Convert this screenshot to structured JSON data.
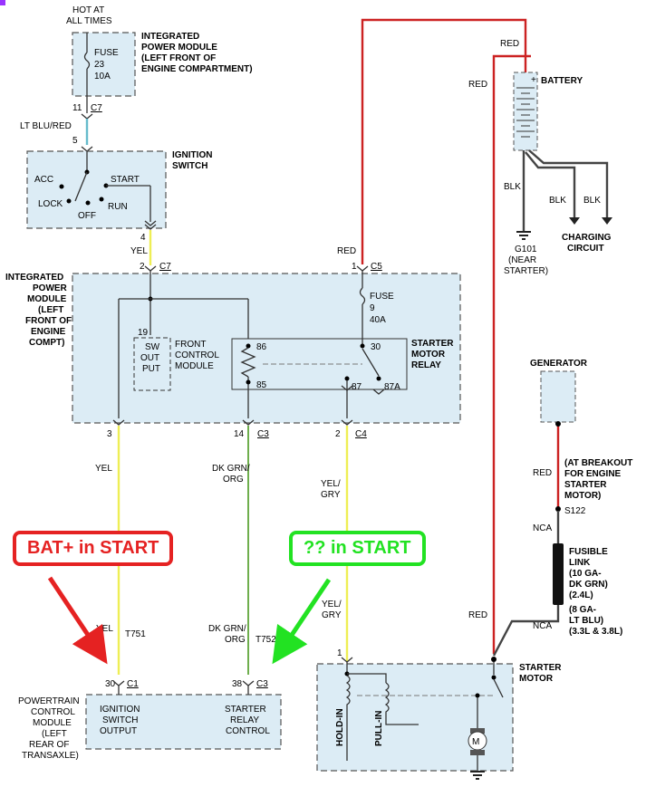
{
  "fuse_box": {
    "hot_label_1": "HOT AT",
    "hot_label_2": "ALL TIMES",
    "fuse": "FUSE",
    "fuse_num": "23",
    "fuse_amp": "10A",
    "module_1": "INTEGRATED",
    "module_2": "POWER MODULE",
    "module_3": "(LEFT FRONT OF",
    "module_4": "ENGINE COMPARTMENT)",
    "pin": "11",
    "conn": "C7"
  },
  "wire_ltblu": {
    "color": "LT BLU/RED",
    "pin": "5"
  },
  "ign_switch": {
    "title_1": "IGNITION",
    "title_2": "SWITCH",
    "acc": "ACC",
    "lock": "LOCK",
    "off": "OFF",
    "start": "START",
    "run": "RUN",
    "pin": "4"
  },
  "wire_yel_top": {
    "color": "YEL"
  },
  "ipm": {
    "label_1": "INTEGRATED",
    "label_2": "POWER",
    "label_3": "MODULE",
    "label_4": "(LEFT",
    "label_5": "FRONT OF",
    "label_6": "ENGINE",
    "label_7": "COMPT)",
    "in_pin": "2",
    "in_conn": "C7",
    "batt_pin": "1",
    "batt_conn": "C5",
    "fuse": "FUSE",
    "fuse_num": "9",
    "fuse_amp": "40A",
    "fcm_pin": "19",
    "sw_1": "SW",
    "sw_2": "OUT",
    "sw_3": "PUT",
    "fcm_1": "FRONT",
    "fcm_2": "CONTROL",
    "fcm_3": "MODULE",
    "relay_86": "86",
    "relay_85": "85",
    "relay_30": "30",
    "relay_87": "87",
    "relay_87a": "87A",
    "relay_1": "STARTER",
    "relay_2": "MOTOR",
    "relay_3": "RELAY",
    "out1_pin": "3",
    "out2_pin": "14",
    "out2_conn": "C3",
    "out3_pin": "2",
    "out3_conn": "C4"
  },
  "battery": {
    "label": "BATTERY",
    "red_top": "RED",
    "red_side": "RED",
    "blk": "BLK",
    "blk2": "BLK",
    "blk3": "BLK",
    "ground_1": "G101",
    "ground_2": "(NEAR",
    "ground_3": "STARTER)",
    "charging_1": "CHARGING",
    "charging_2": "CIRCUIT",
    "red_c5": "RED"
  },
  "wires_lower": {
    "yel": "YEL",
    "dkgrn_1": "DK GRN/",
    "dkgrn_2": "ORG",
    "yelgry_1": "YEL/",
    "yelgry_2": "GRY",
    "yel2": "YEL",
    "t751": "T751",
    "dkgrn2_1": "DK GRN/",
    "dkgrn2_2": "ORG",
    "t752": "T752",
    "yelgry2_1": "YEL/",
    "yelgry2_2": "GRY"
  },
  "generator": {
    "label": "GENERATOR",
    "red": "RED",
    "note_1": "(AT BREAKOUT",
    "note_2": "FOR ENGINE",
    "note_3": "STARTER",
    "note_4": "MOTOR)",
    "splice": "S122",
    "nca1": "NCA",
    "nca2": "NCA",
    "red_low": "RED",
    "link_1": "FUSIBLE",
    "link_2": "LINK",
    "link_3": "(10 GA-",
    "link_4": "DK GRN)",
    "link_5": "(2.4L)",
    "link_6": "(8 GA-",
    "link_7": "LT BLU)",
    "link_8": "(3.3L & 3.8L)"
  },
  "pcm": {
    "label_1": "POWERTRAIN",
    "label_2": "CONTROL",
    "label_3": "MODULE",
    "label_4": "(LEFT",
    "label_5": "REAR OF",
    "label_6": "TRANSAXLE)",
    "pin1": "30",
    "conn1": "C1",
    "pin2": "38",
    "conn2": "C3",
    "ign_1": "IGNITION",
    "ign_2": "SWITCH",
    "ign_3": "OUTPUT",
    "relay_1": "STARTER",
    "relay_2": "RELAY",
    "relay_3": "CONTROL"
  },
  "starter": {
    "pin": "1",
    "label_1": "STARTER",
    "label_2": "MOTOR",
    "hold": "HOLD-IN",
    "pull": "PULL-IN",
    "motor": "M"
  },
  "callouts": {
    "bat": "BAT+ in START",
    "unknown": "?? in START",
    "bat_color": "#e52222",
    "unknown_color": "#22e222"
  }
}
